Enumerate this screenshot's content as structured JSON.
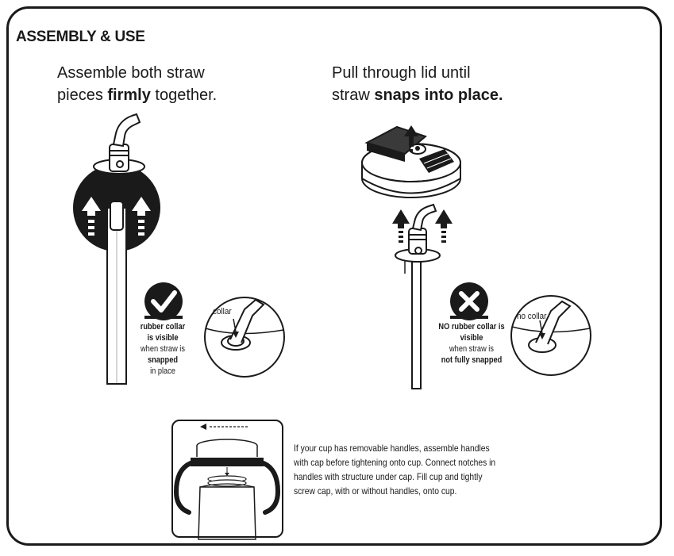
{
  "section": {
    "title": "ASSEMBLY & USE"
  },
  "step1": {
    "line1": "Assemble both straw",
    "line2_pre": "pieces ",
    "line2_bold": "firmly",
    "line2_post": " together."
  },
  "step2": {
    "line1": "Pull through lid until",
    "line2_pre": "straw ",
    "line2_bold": "snaps into place."
  },
  "correct": {
    "callout": "collar",
    "caption_bold1": "rubber collar",
    "caption_bold2": "is visible",
    "caption_norm1": "when straw is",
    "caption_bold3": "snapped",
    "caption_norm2": "in place"
  },
  "incorrect": {
    "callout": "no collar",
    "caption_bold1": "NO rubber collar is",
    "caption_bold2": "visible",
    "caption_norm1": "when straw is",
    "caption_bold3": "not fully snapped"
  },
  "handles": {
    "instructions": "If your cup has removable handles, assemble handles with cap before tightening onto cup. Connect notches in handles with structure under cap. Fill cup and tightly screw cap, with or without handles, onto cup."
  },
  "icons": [
    "check-icon",
    "x-icon",
    "up-arrow-icon",
    "rotate-arrow-icon"
  ]
}
